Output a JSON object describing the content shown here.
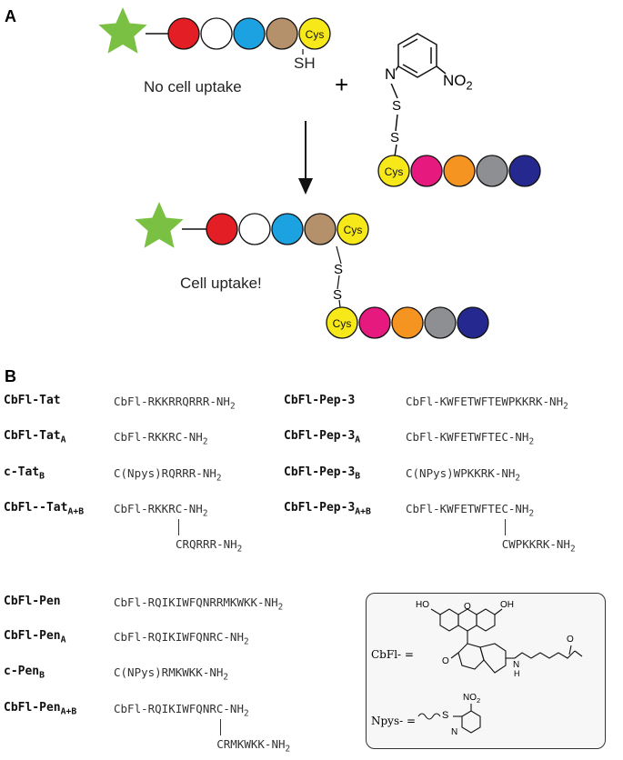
{
  "panel_a": {
    "letter": "A",
    "bead_label": "Cys",
    "thiol_label": "SH",
    "no_uptake_caption": "No cell uptake",
    "plus": "+",
    "npys_n": "N",
    "npys_no2": "NO",
    "npys_no2_sub": "2",
    "s": "S",
    "uptake_caption": "Cell uptake!",
    "colors": {
      "star": "#7ac143",
      "red": "#e31e24",
      "white": "#ffffff",
      "blue": "#1ca2e0",
      "tan": "#b5916b",
      "cys": "#f7e81a",
      "pink": "#e6197f",
      "orange": "#f59421",
      "gray": "#8e8f92",
      "navy": "#25298f"
    }
  },
  "panel_b": {
    "letter": "B",
    "rows": [
      {
        "name": "CbFl-Tat",
        "sub": "",
        "seq": "CbFl-RKKRRQRRR-NH",
        "seq_sub": "2"
      },
      {
        "name": "CbFl-Tat",
        "sub": "A",
        "seq": "CbFl-RKKRC-NH",
        "seq_sub": "2"
      },
      {
        "name": "c-Tat",
        "sub": "B",
        "seq": "C(Npys)RQRRR-NH",
        "seq_sub": "2"
      },
      {
        "name": "CbFl--Tat",
        "sub": "A+B",
        "seq": "CbFl-RKKRC-NH",
        "seq_sub": "2",
        "branch": "CRQRRR-NH",
        "branch_sub": "2"
      },
      {
        "name": "CbFl-Pep-3",
        "sub": "",
        "seq": "CbFl-KWFETWFTEWPKKRK-NH",
        "seq_sub": "2"
      },
      {
        "name": "CbFl-Pep-3",
        "sub": "A",
        "seq": "CbFl-KWFETWFTEC-NH",
        "seq_sub": "2"
      },
      {
        "name": "CbFl-Pep-3",
        "sub": "B",
        "seq": "C(NPys)WPKKRK-NH",
        "seq_sub": "2"
      },
      {
        "name": "CbFl-Pep-3",
        "sub": "A+B",
        "seq": "CbFl-KWFETWFTEC-NH",
        "seq_sub": "2",
        "branch": "CWPKKRK-NH",
        "branch_sub": "2"
      },
      {
        "name": "CbFl-Pen",
        "sub": "",
        "seq": "CbFl-RQIKIWFQNRRMKWKK-NH",
        "seq_sub": "2"
      },
      {
        "name": "CbFl-Pen",
        "sub": "A",
        "seq": "CbFl-RQIKIWFQNRC-NH",
        "seq_sub": "2"
      },
      {
        "name": "c-Pen",
        "sub": "B",
        "seq": "C(NPys)RMKWKK-NH",
        "seq_sub": "2"
      },
      {
        "name": "CbFl-Pen",
        "sub": "A+B",
        "seq": "CbFl-RQIKIWFQNRC-NH",
        "seq_sub": "2",
        "branch": "CRMKWKK-NH",
        "branch_sub": "2"
      }
    ],
    "legend": {
      "cbfl_label": "CbFl- =",
      "npys_label": "Npys- =",
      "oh": "OH",
      "ho": "HO",
      "o": "O",
      "n": "N",
      "h": "H",
      "s": "S",
      "no2": "NO",
      "no2_sub": "2"
    }
  }
}
